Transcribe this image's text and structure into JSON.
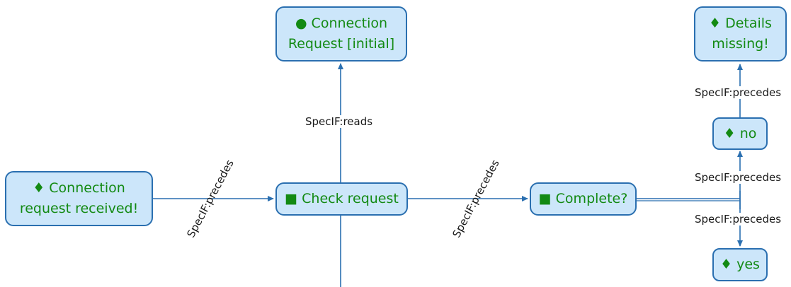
{
  "colors": {
    "node_fill": "#cce6fa",
    "node_border": "#2a6fb0",
    "node_text": "#138a13",
    "edge": "#2a6fb0",
    "label_text": "#1a1a1a"
  },
  "nodes": {
    "conn_req_initial": {
      "line1": "● Connection",
      "line2": "Request [initial]"
    },
    "conn_req_received": {
      "line1": "♦ Connection",
      "line2": "request received!"
    },
    "check_request": {
      "text": "■ Check request"
    },
    "complete": {
      "text": "■ Complete?"
    },
    "details_missing": {
      "line1": "♦ Details",
      "line2": "missing!"
    },
    "no": {
      "text": "♦ no"
    },
    "yes": {
      "text": "♦ yes"
    }
  },
  "edges": {
    "received_to_check": "SpecIF:precedes",
    "check_reads": "SpecIF:reads",
    "check_to_complete": "SpecIF:precedes",
    "no_to_details": "SpecIF:precedes",
    "complete_to_no": "SpecIF:precedes",
    "complete_to_yes": "SpecIF:precedes"
  }
}
